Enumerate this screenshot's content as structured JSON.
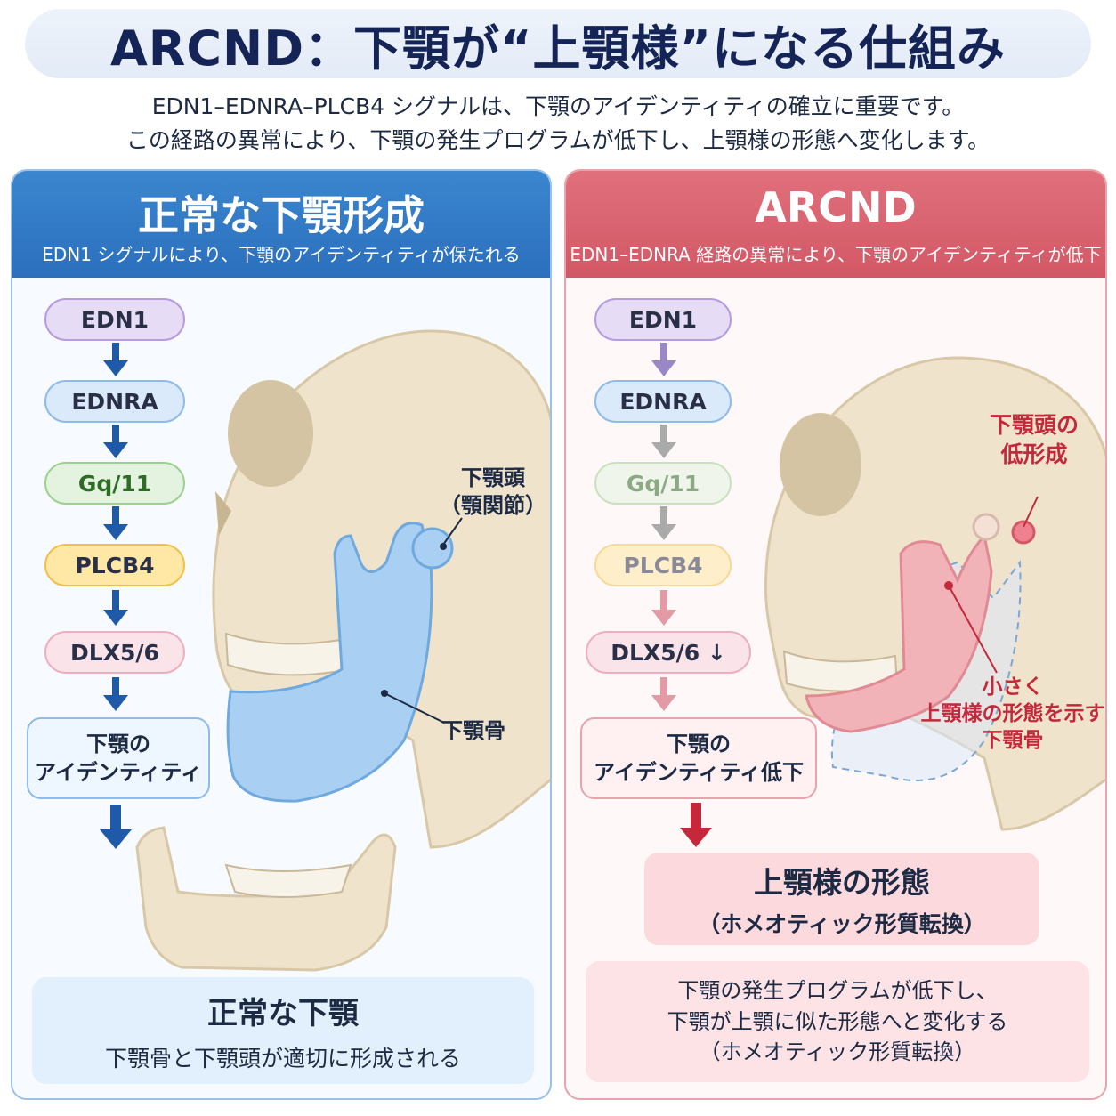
{
  "header": {
    "title": "ARCND：下顎が“上顎様”になる仕組み",
    "subtitle_1": "EDN1–EDNRA–PLCB4 シグナルは、下顎のアイデンティティの確立に重要です。",
    "subtitle_2": "この経路の異常により、下顎の発生プログラムが低下し、上顎様の形態へ変化します。"
  },
  "left": {
    "title": "正常な下顎形成",
    "subtitle": "EDN1 シグナルにより、下顎のアイデンティティが保たれる",
    "pathway": [
      "EDN1",
      "EDNRA",
      "Gq/11",
      "PLCB4",
      "DLX5/6"
    ],
    "identity_1": "下顎の",
    "identity_2": "アイデンティティ",
    "label_condyle_1": "下顎頭",
    "label_condyle_2": "（顎関節）",
    "label_mandible": "下顎骨",
    "result_title": "正常な下顎",
    "result_text": "下顎骨と下顎頭が適切に形成される"
  },
  "right": {
    "title": "ARCND",
    "subtitle": "EDN1–EDNRA 経路の異常により、下顎のアイデンティティが低下",
    "pathway": [
      "EDN1",
      "EDNRA",
      "Gq/11",
      "PLCB4",
      "DLX5/6 ↓"
    ],
    "identity_1": "下顎の",
    "identity_2": "アイデンティティ低下",
    "label_condyle_1": "下顎頭の",
    "label_condyle_2": "低形成",
    "label_mandible_1": "小さく",
    "label_mandible_2": "上顎様の形態を示す",
    "label_mandible_3": "下顎骨",
    "outcome_title": "上顎様の形態",
    "outcome_sub": "（ホメオティック形質転換）",
    "result_1": "下顎の発生プログラムが低下し、",
    "result_2": "下顎が上顎に似た形態へと変化する",
    "result_3": "（ホメオティック形質転換）"
  },
  "colors": {
    "title_navy": "#142457",
    "left_blue": "#2b6fbd",
    "right_red": "#d35866",
    "mandible_blue": "#a9d0f3",
    "mandible_pink": "#f2b3b8",
    "bone": "#efe3cc"
  }
}
